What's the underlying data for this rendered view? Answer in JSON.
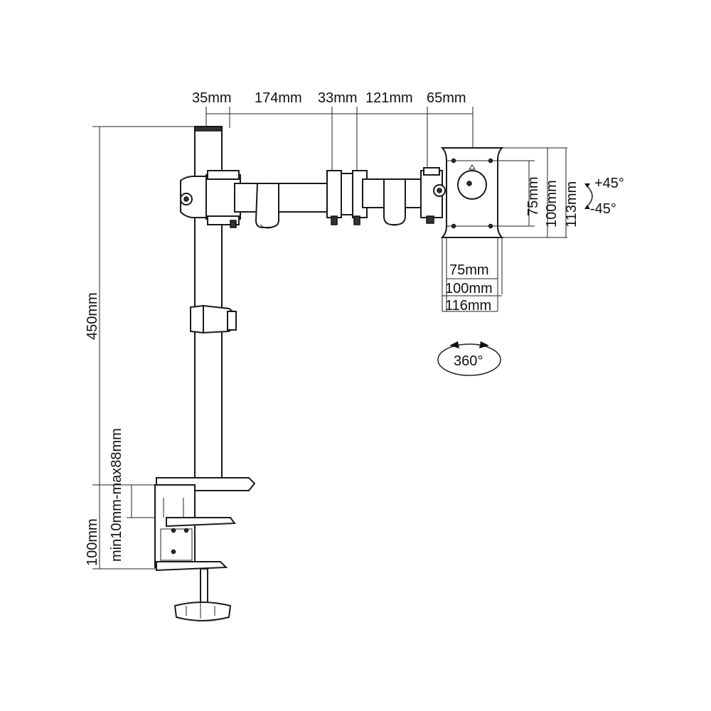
{
  "dimensions": {
    "top": {
      "d35": "35mm",
      "d174": "174mm",
      "d33": "33mm",
      "d121": "121mm",
      "d65": "65mm"
    },
    "height_450": "450mm",
    "clamp_range": "min10mm-max88mm",
    "clamp_height": "100mm",
    "vesa": {
      "v75": "75mm",
      "v100": "100mm",
      "v113": "113mm",
      "h75": "75mm",
      "h100": "100mm",
      "h116": "116mm"
    },
    "tilt_up": "+45°",
    "tilt_down": "-45°",
    "rotation": "360°"
  }
}
